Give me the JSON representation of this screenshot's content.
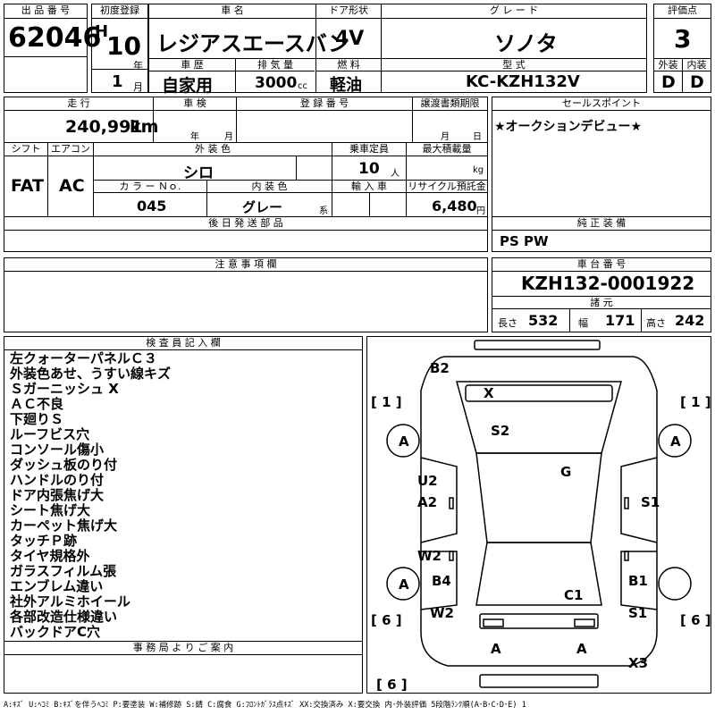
{
  "headers": {
    "lot_no": "出 品 番 号",
    "first_reg": "初度登録",
    "car_name": "車 名",
    "door": "ドア形状",
    "grade": "グ レ ー ド",
    "score": "評価点",
    "history": "車 歴",
    "displacement": "排 気 量",
    "fuel": "燃 料",
    "model": "型 式",
    "ext": "外装",
    "int": "内装",
    "mileage": "走 行",
    "inspection": "車 検",
    "reg_no": "登 録 番 号",
    "transfer": "譲渡書類期限",
    "sales_point": "セールスポイント",
    "shift": "シフト",
    "aircon": "エアコン",
    "ext_color": "外 装 色",
    "capacity": "乗車定員",
    "max_load": "最大積載量",
    "color_no": "カ ラ ー Ｎｏ.",
    "int_color": "内 装 色",
    "import": "輸 入 車",
    "recycle": "リサイクル預託金",
    "later_parts": "後 日 発 送 部 品",
    "equipment": "純 正 装 備",
    "notes": "注 意 事 項 欄",
    "chassis": "車 台 番 号",
    "spec": "諸 元",
    "inspector": "検 査 員 記 入 欄",
    "office": "事 務 局 よ り ご 案 内"
  },
  "vehicle": {
    "lot_no": "62046",
    "era": "H",
    "year": "10",
    "year_unit": "年",
    "month": "1",
    "month_unit": "月",
    "name": "レジアスエースバン",
    "door": "4V",
    "grade": "ソノタ",
    "score": "3",
    "history": "自家用",
    "displacement": "3000",
    "displacement_unit": "cc",
    "fuel": "軽油",
    "model": "KC-KZH132V",
    "ext_score": "D",
    "int_score": "D",
    "mileage": "240,991",
    "mileage_unit": "km",
    "insp_year": "年",
    "insp_month": "月",
    "transfer_month": "月",
    "transfer_day": "日",
    "sales_point": "★オークションデビュー★",
    "shift": "FAT",
    "aircon": "AC",
    "ext_color": "シロ",
    "capacity": "10",
    "capacity_unit": "人",
    "max_load_unit": "kg",
    "color_no": "045",
    "int_color": "グレー",
    "int_color_suffix": "系",
    "recycle": "6,480",
    "recycle_unit": "円",
    "equipment": "PS PW",
    "chassis": "KZH132-0001922",
    "length_label": "長さ",
    "length": "532",
    "width_label": "幅",
    "width": "171",
    "height_label": "高さ",
    "height": "242"
  },
  "inspector_notes": [
    "左クォーターパネルＣ３",
    "外装色あせ、うすい線キズ",
    "Ｓガーニッシュ X",
    "ＡＣ不良",
    "下廻りＳ",
    "ルーフビス穴",
    "コンソール傷小",
    "ダッシュ板のり付",
    "ハンドルのり付",
    "ドア内張焦げ大",
    "シート焦げ大",
    "カーペット焦げ大",
    "タッチＰ跡",
    "タイヤ規格外",
    "ガラスフィルム張",
    "エンブレム違い",
    "社外アルミホイール",
    "各部改造仕様違い",
    "バックドアC穴"
  ],
  "diagram": {
    "tire_front_left": "[ 1 ]",
    "tire_front_right": "[ 1 ]",
    "tire_rear_left": "[ 6 ]",
    "tire_rear_right": "[ 6 ]",
    "spare": "[ 6 ]",
    "marks": {
      "b2": "B2",
      "x": "X",
      "s2": "S2",
      "a_fl": "A",
      "a_fr": "A",
      "g": "G",
      "u2": "U2",
      "a2": "A2",
      "s1_r": "S1",
      "w2_l": "W2",
      "a_rl": "A",
      "b4": "B4",
      "b1": "B1",
      "c1": "C1",
      "w2_r": "W2",
      "s1_rr": "S1",
      "a_bl": "A",
      "a_br": "A",
      "x3": "X3"
    }
  },
  "legend": "A:ｷｽﾞ U:ﾍｺﾐ B:ｷｽﾞを伴うﾍｺﾐ P:要塗装 W:補修跡 S:錆 C:腐食 G:ﾌﾛﾝﾄｶﾞﾗｽ点ｷｽﾞ XX:交換済み X:要交換 内･外装評価 5段階ﾗﾝｸ順(A･B･C･D･E) 1"
}
